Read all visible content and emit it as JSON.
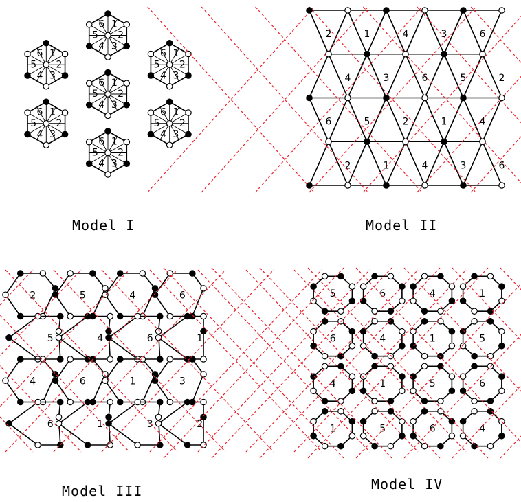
{
  "panels": [
    {
      "id": "model-1",
      "caption": "Model I",
      "type": "hexagonal-rosettes",
      "dashed_overlay": false
    },
    {
      "id": "model-2",
      "caption": "Model II",
      "type": "triangle-hexagon-tiling",
      "dashed_overlay": true
    },
    {
      "id": "model-3",
      "caption": "Model III",
      "type": "mixed-tiling",
      "dashed_overlay": true
    },
    {
      "id": "model-4",
      "caption": "Model IV",
      "type": "octagon-square-tiling",
      "dashed_overlay": true
    }
  ],
  "face_labels": [
    "1",
    "2",
    "3",
    "4",
    "5",
    "6"
  ],
  "colors": {
    "edge": "#000000",
    "dashed_overlay": "#e8202a",
    "open_vertex": "#ffffff",
    "filled_vertex": "#000000"
  }
}
